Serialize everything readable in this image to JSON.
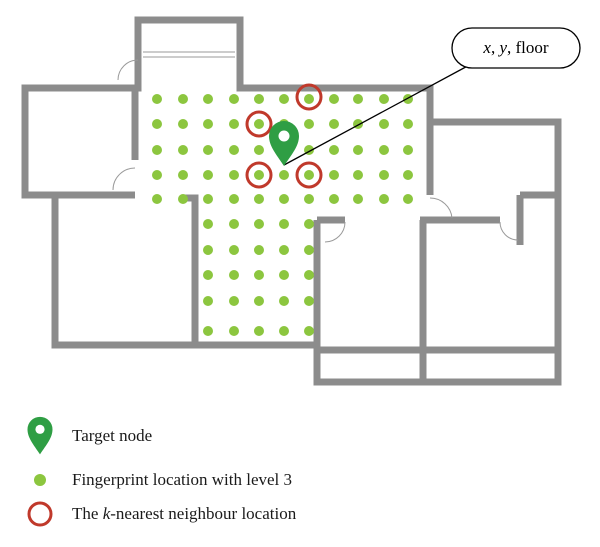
{
  "callout": {
    "text": "x, y, floor"
  },
  "legend": {
    "target": {
      "label": "Target node",
      "icon": "map-pin-icon"
    },
    "fingerprint": {
      "label": "Fingerprint location with level 3",
      "icon": "green-dot-icon"
    },
    "knn": {
      "label_prefix": "The ",
      "label_italic": "k",
      "label_suffix": "-nearest neighbour location",
      "icon": "red-ring-icon"
    }
  },
  "colors": {
    "wall": "#8c8c8c",
    "fingerprint": "#8cc63f",
    "target": "#2f9e44",
    "knn": "#c0392b"
  }
}
